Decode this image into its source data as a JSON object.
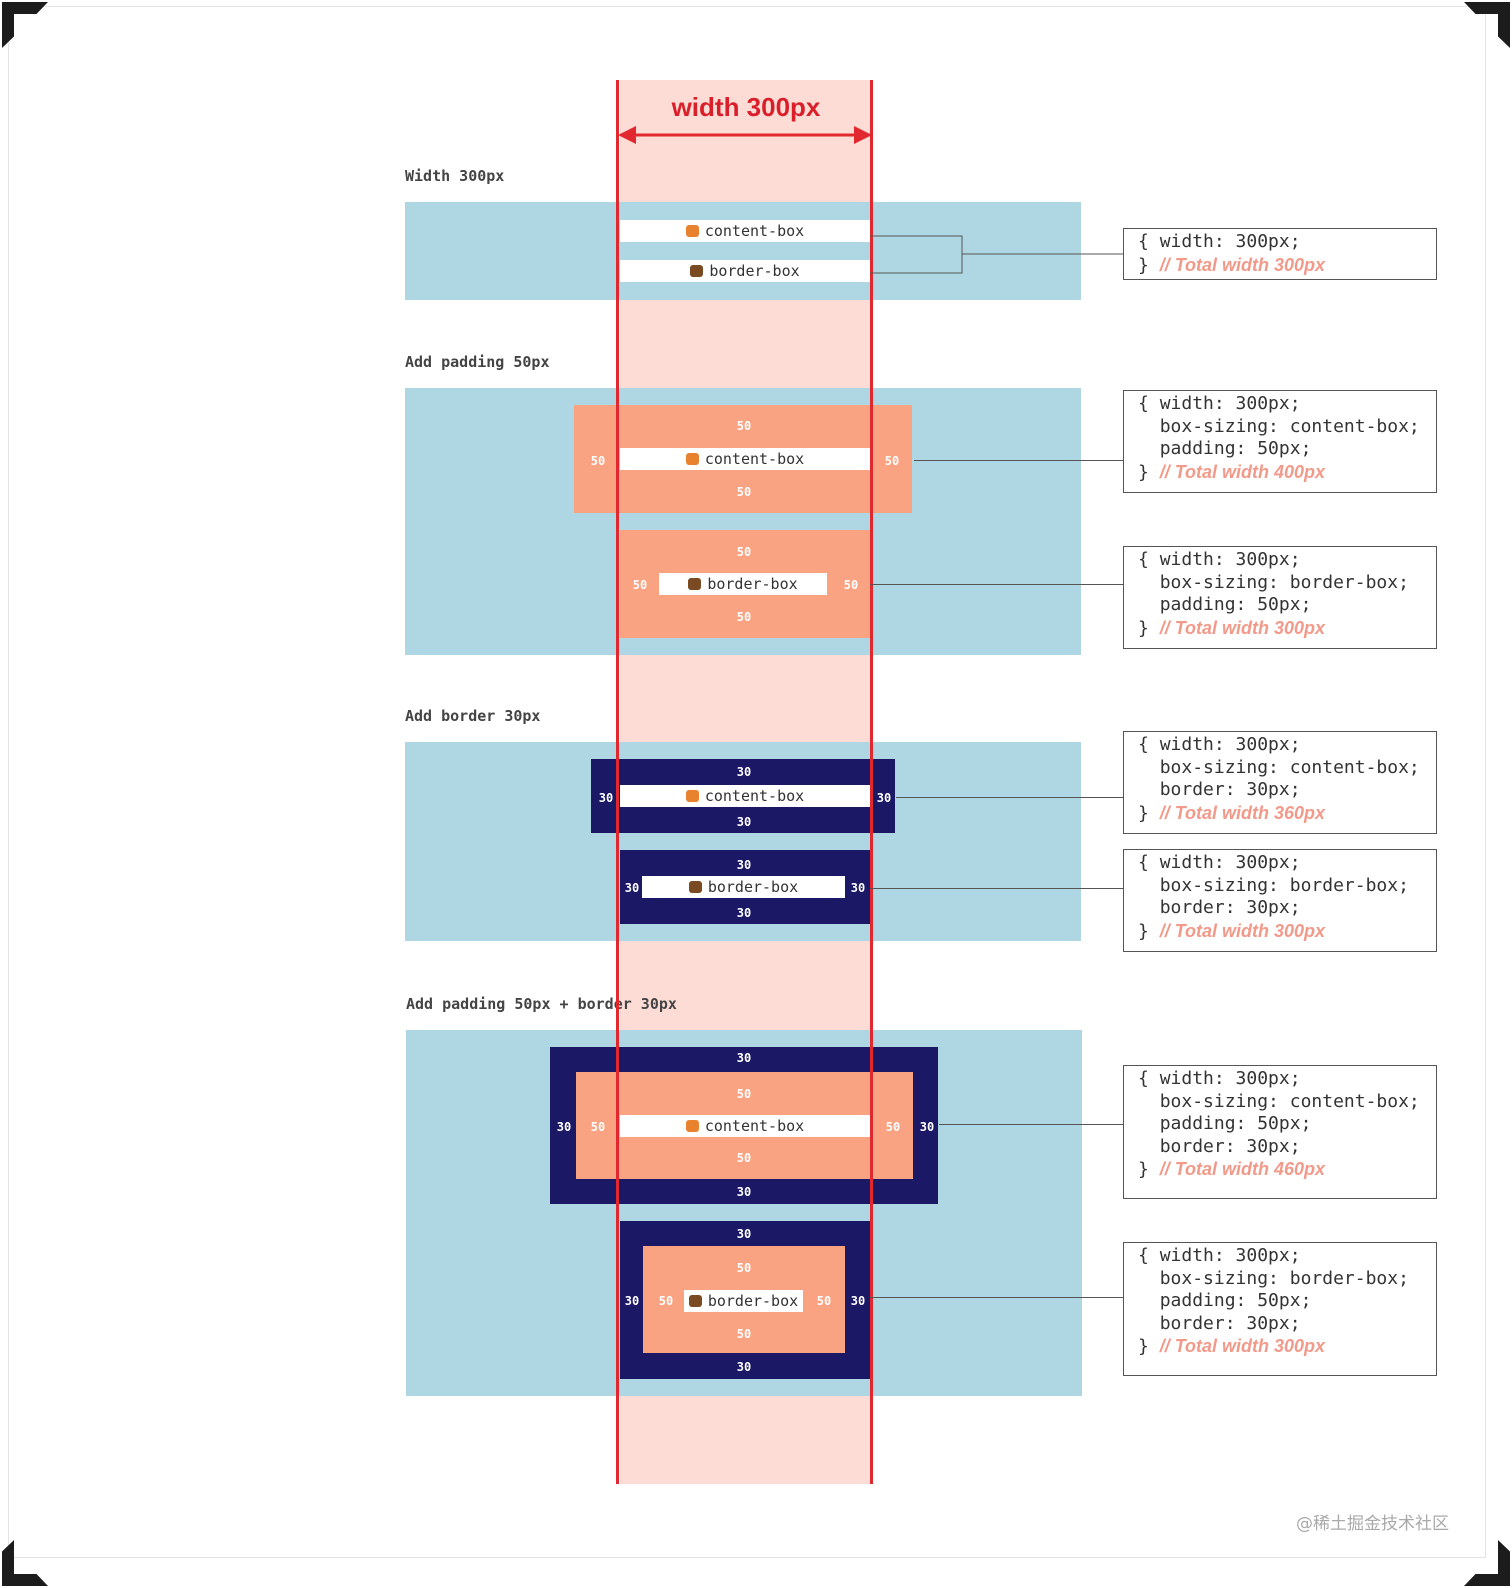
{
  "diagram": {
    "title": "width 300px",
    "sections": [
      {
        "label": "Width 300px"
      },
      {
        "label": "Add padding 50px"
      },
      {
        "label": "Add border 30px"
      },
      {
        "label": "Add padding 50px + border 30px"
      }
    ],
    "box_labels": {
      "content": "content-box",
      "border": "border-box"
    },
    "measures": {
      "padding": "50",
      "border": "30"
    },
    "code": {
      "width": "width: 300px;",
      "cb": "box-sizing: content-box;",
      "bb": "box-sizing: border-box;",
      "pad": "padding: 50px;",
      "bor": "border: 30px;",
      "open": "{",
      "close": "}"
    },
    "totals": [
      "// Total width 300px",
      "// Total width 400px",
      "// Total width 300px",
      "// Total width 360px",
      "// Total width 300px",
      "// Total width 460px",
      "// Total width 300px"
    ],
    "watermark": "@稀土掘金技术社区"
  },
  "colors": {
    "highlight_band": "#fddcd6",
    "background_block": "#afd7e3",
    "padding": "#f9a382",
    "border": "#1b1866",
    "measure_line": "#e0282e",
    "total_text": "#f29a8a"
  },
  "icons": {
    "content_box": "fox-emoji-icon",
    "border_box": "bear-emoji-icon"
  }
}
